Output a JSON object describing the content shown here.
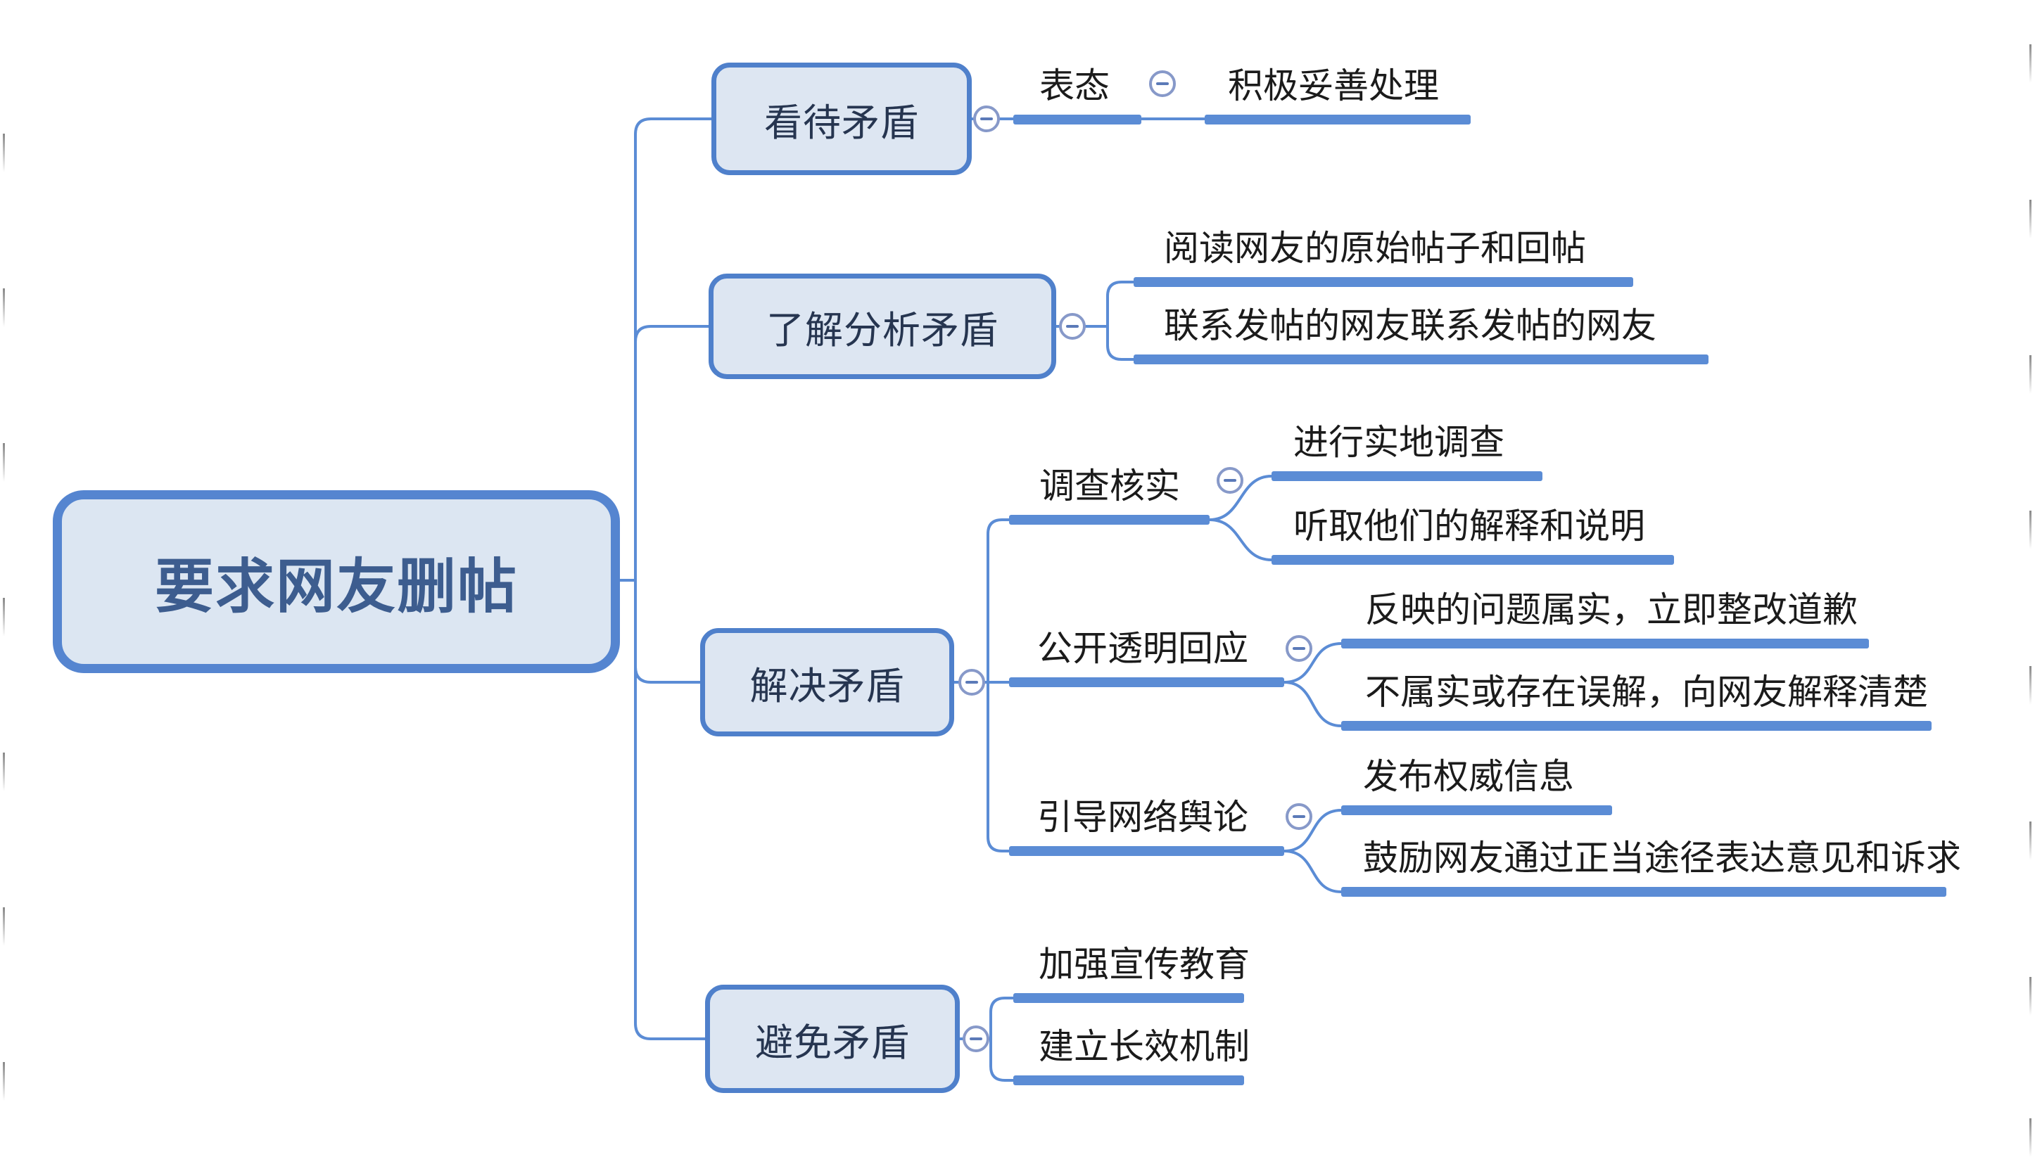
{
  "root": {
    "label": "要求网友删帖"
  },
  "branches": [
    {
      "label": "看待矛盾",
      "children": [
        {
          "label": "表态",
          "children": [
            {
              "label": "积极妥善处理"
            }
          ]
        }
      ]
    },
    {
      "label": "了解分析矛盾",
      "children": [
        {
          "label": "阅读网友的原始帖子和回帖"
        },
        {
          "label": "联系发帖的网友联系发帖的网友"
        }
      ]
    },
    {
      "label": "解决矛盾",
      "children": [
        {
          "label": "调查核实",
          "children": [
            {
              "label": "进行实地调查"
            },
            {
              "label": "听取他们的解释和说明"
            }
          ]
        },
        {
          "label": "公开透明回应",
          "children": [
            {
              "label": "反映的问题属实，立即整改道歉"
            },
            {
              "label": "不属实或存在误解，向网友解释清楚"
            }
          ]
        },
        {
          "label": "引导网络舆论",
          "children": [
            {
              "label": "发布权威信息"
            },
            {
              "label": "鼓励网友通过正当途径表达意见和诉求"
            }
          ]
        }
      ]
    },
    {
      "label": "避免矛盾",
      "children": [
        {
          "label": "加强宣传教育"
        },
        {
          "label": "建立长效机制"
        }
      ]
    }
  ],
  "icons": {
    "collapse": "minus-circle"
  },
  "colors": {
    "line_blue": "#5b8cd5",
    "box_border_blue": "#4f80cb",
    "root_border_blue": "#5585d0",
    "box_fill": "#dde6f2",
    "root_text": "#3d5d8f",
    "box_text": "#263550",
    "leaf_text": "#1b1b1b"
  }
}
